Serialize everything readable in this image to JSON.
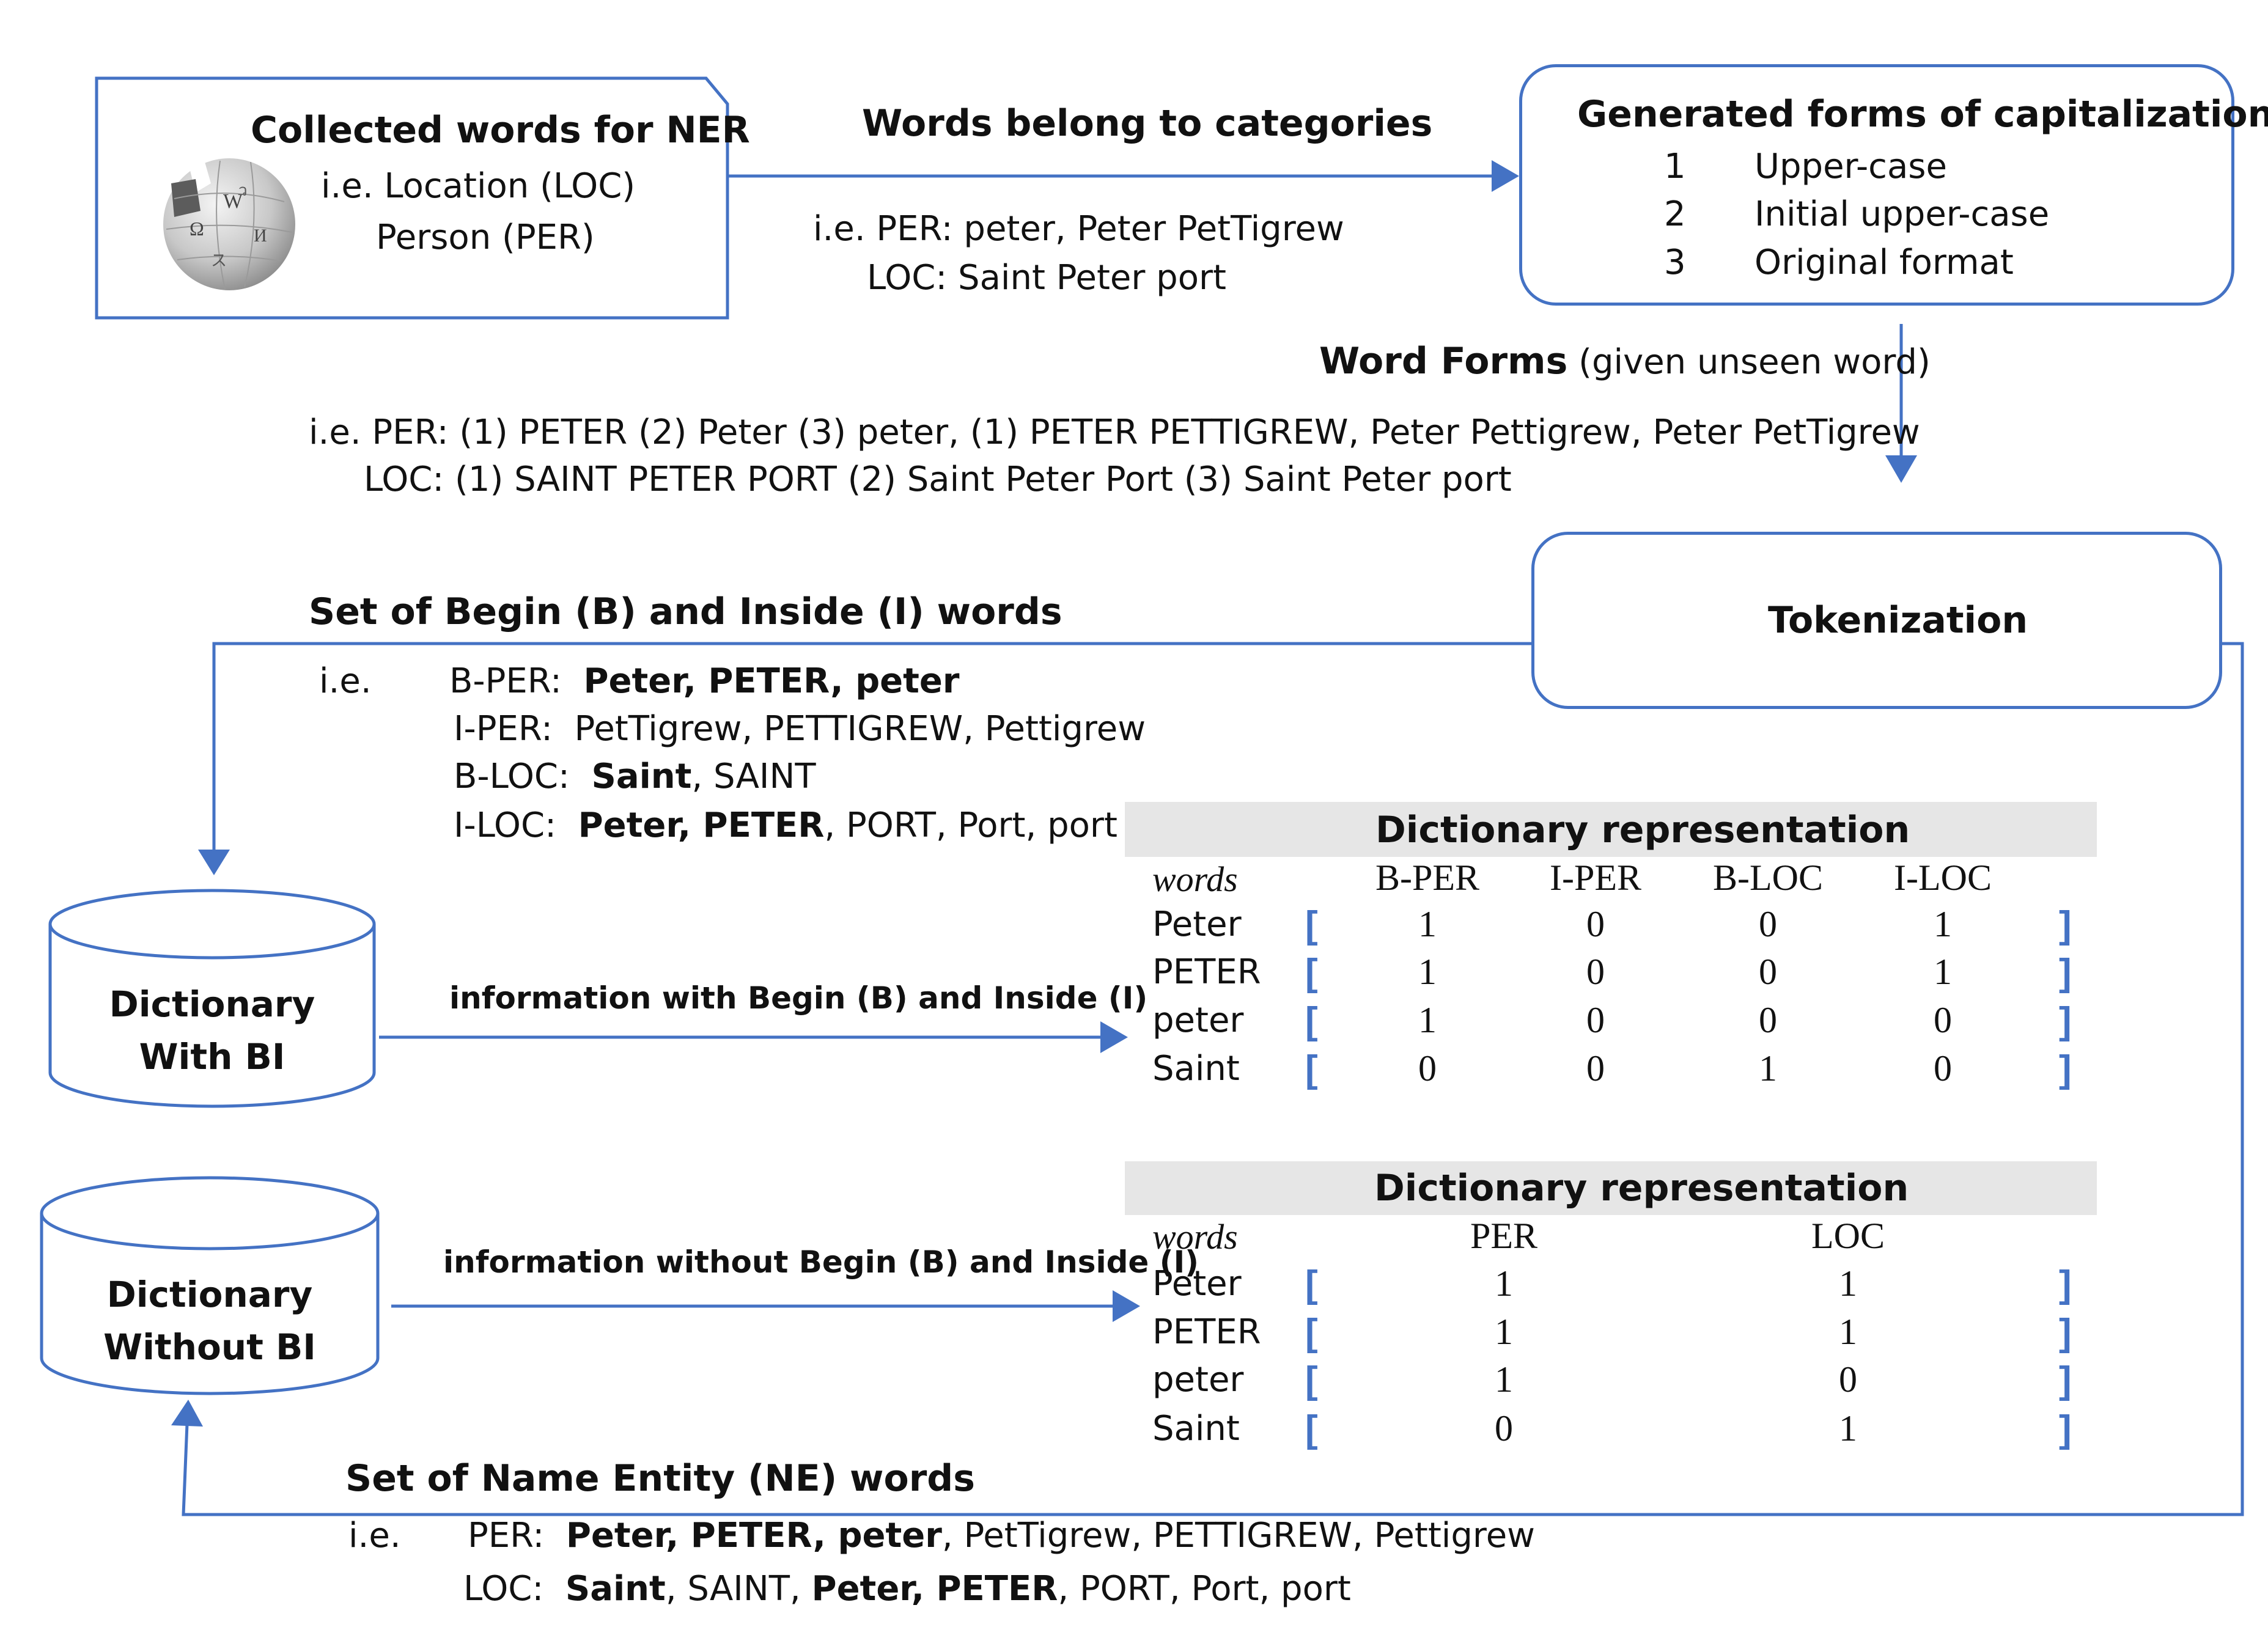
{
  "collected_box": {
    "title": "Collected words for NER",
    "line1": "i.e. Location (LOC)",
    "line2": "Person (PER)",
    "logo_icon": "wikipedia-globe-icon"
  },
  "categories_arrow": {
    "label": "Words belong to categories",
    "example1": "i.e. PER: peter, Peter PetTigrew",
    "example2": "LOC: Saint Peter port"
  },
  "capitalization_box": {
    "title": "Generated forms of capitalization",
    "items": [
      {
        "num": "1",
        "text": "Upper-case"
      },
      {
        "num": "2",
        "text": "Initial upper-case"
      },
      {
        "num": "3",
        "text": "Original format"
      }
    ]
  },
  "word_forms": {
    "label_bold": "Word Forms",
    "label_rest": "(given unseen word)",
    "example1": "i.e. PER: (1) PETER (2) Peter (3) peter, (1) PETER PETTIGREW, Peter Pettigrew, Peter PetTigrew",
    "example2": "LOC: (1) SAINT PETER PORT (2) Saint Peter Port (3) Saint Peter port"
  },
  "tokenization_box": {
    "title": "Tokenization"
  },
  "bi_set": {
    "title": "Set of Begin (B) and Inside (I) words",
    "ie": "i.e.",
    "rows": [
      {
        "tag": "B-PER:",
        "bold": "Peter, PETER, peter",
        "rest": ""
      },
      {
        "tag": "I-PER:",
        "bold": "",
        "rest": "PetTigrew, PETTIGREW, Pettigrew"
      },
      {
        "tag": "B-LOC:",
        "bold": "Saint",
        "rest": ", SAINT"
      },
      {
        "tag": "I-LOC:",
        "bold": "Peter, PETER",
        "rest": ", PORT, Port, port"
      }
    ]
  },
  "dict_with_bi": {
    "label_line1": "Dictionary",
    "label_line2": "With BI",
    "arrow_label": "information with Begin (B) and Inside (I)"
  },
  "dict_without_bi": {
    "label_line1": "Dictionary",
    "label_line2": "Without BI",
    "arrow_label": "information without Begin (B) and Inside (I)"
  },
  "table_bi": {
    "title": "Dictionary representation",
    "words_header": "words",
    "columns": [
      "B-PER",
      "I-PER",
      "B-LOC",
      "I-LOC"
    ],
    "rows": [
      {
        "word": "Peter",
        "values": [
          "1",
          "0",
          "0",
          "1"
        ]
      },
      {
        "word": "PETER",
        "values": [
          "1",
          "0",
          "0",
          "1"
        ]
      },
      {
        "word": "peter",
        "values": [
          "1",
          "0",
          "0",
          "0"
        ]
      },
      {
        "word": "Saint",
        "values": [
          "0",
          "0",
          "1",
          "0"
        ]
      }
    ],
    "open_bracket": "[",
    "close_bracket": "]"
  },
  "table_ne": {
    "title": "Dictionary representation",
    "words_header": "words",
    "columns": [
      "PER",
      "LOC"
    ],
    "rows": [
      {
        "word": "Peter",
        "values": [
          "1",
          "1"
        ]
      },
      {
        "word": "PETER",
        "values": [
          "1",
          "1"
        ]
      },
      {
        "word": "peter",
        "values": [
          "1",
          "0"
        ]
      },
      {
        "word": "Saint",
        "values": [
          "0",
          "1"
        ]
      }
    ],
    "open_bracket": "[",
    "close_bracket": "]"
  },
  "ne_set": {
    "title": "Set of Name Entity (NE) words",
    "ie": "i.e.",
    "per_tag": "PER:",
    "per_bold": "Peter, PETER, peter",
    "per_rest": ", PetTigrew, PETTIGREW, Pettigrew",
    "loc_tag": "LOC:",
    "loc_bold1": "Saint",
    "loc_mid": ", SAINT, ",
    "loc_bold2": "Peter, PETER",
    "loc_rest": ", PORT, Port, port"
  },
  "colors": {
    "accent": "#4472C4",
    "table_header_bg": "#E6E6E6"
  }
}
